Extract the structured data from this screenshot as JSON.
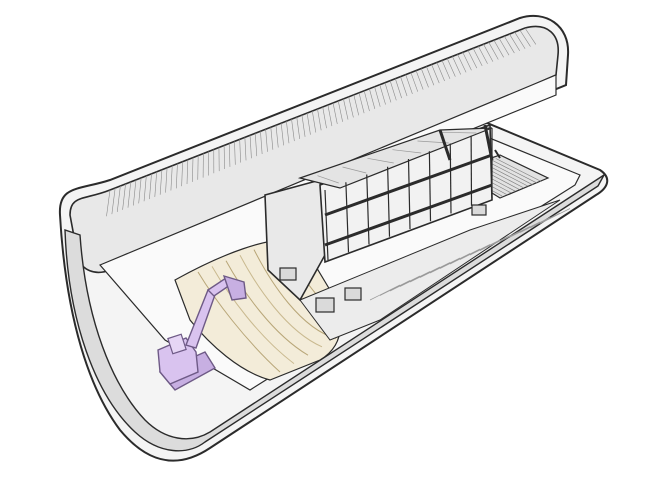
{
  "figure": {
    "title": "",
    "caption": ""
  },
  "colors": {
    "background": "#ffffff",
    "outline": "#2b2b2b",
    "lining_light": "#f4f4f4",
    "lining_shade": "#dcdcdc",
    "rib_stroke": "#8a8a8a",
    "excavated_face": "#f3ecd9",
    "excavated_band": "#e7dcc0",
    "shield_frame": "#e9e9e9",
    "excavator": "#d9c3ef",
    "excavator_edge": "#6e5a86",
    "ramp": "#e2e2e2"
  },
  "components": [
    {
      "id": "tunnel-lining",
      "icon": "half-pipe-lining"
    },
    {
      "id": "steel-arch-ribs",
      "icon": "corrugated-ribs"
    },
    {
      "id": "excavated-face",
      "icon": "curved-face-bands"
    },
    {
      "id": "shield-gantry",
      "icon": "framed-carriage"
    },
    {
      "id": "conveyor-ramp",
      "icon": "inclined-ramp"
    },
    {
      "id": "excavator",
      "icon": "tracked-excavator"
    }
  ]
}
